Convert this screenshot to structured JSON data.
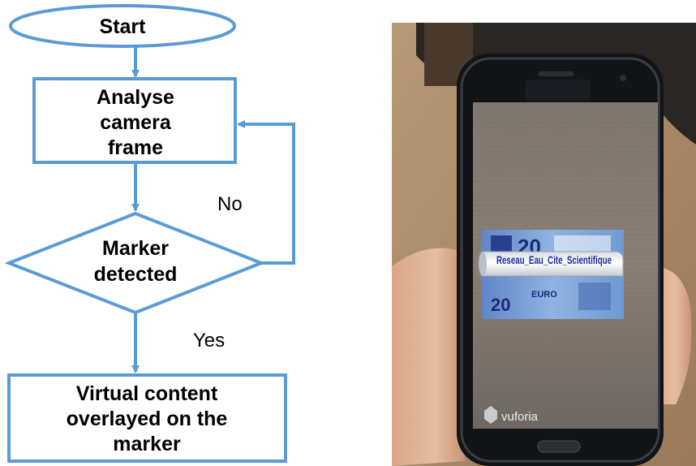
{
  "flowchart": {
    "start": "Start",
    "analyse": [
      "Analyse",
      "camera",
      "frame"
    ],
    "decision": [
      "Marker",
      "detected"
    ],
    "no_label": "No",
    "yes_label": "Yes",
    "overlay": [
      "Virtual content",
      "overlayed on the",
      "marker"
    ]
  },
  "photo": {
    "ar_label": "Reseau_Eau_Cite_Scientifique",
    "bill_value": "20",
    "bill_small": "EURO",
    "brand": "vuforia"
  },
  "colors": {
    "flow_stroke": "#5b9bd5",
    "ar_text": "#1b2aa8"
  }
}
